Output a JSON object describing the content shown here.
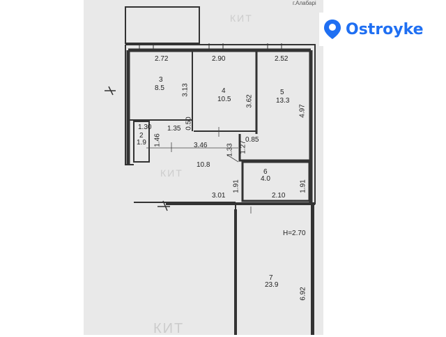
{
  "brand": {
    "name": "Ostroyke",
    "logo_icon": "o-pin-logo-icon",
    "color": "#1f6ff2"
  },
  "top_note": "г.Алабарі",
  "rooms": [
    {
      "id": "3",
      "area": "8.5"
    },
    {
      "id": "4",
      "area": "10.5"
    },
    {
      "id": "5",
      "area": "13.3"
    },
    {
      "id": "2",
      "area": "1.9"
    },
    {
      "id": "",
      "area": "10.8"
    },
    {
      "id": "6",
      "area": "4.0"
    },
    {
      "id": "7",
      "area": "23.9"
    }
  ],
  "dimensions": {
    "d272": "2.72",
    "d290": "2.90",
    "d252": "2.52",
    "d313": "3.13",
    "d362": "3.62",
    "d497": "4.97",
    "d130": "1.30",
    "d135": "1.35",
    "d050": "0.50",
    "d146": "1.46",
    "d346": "3.46",
    "d133": "1.33",
    "d085": "0.85",
    "d127": "1.27",
    "d191a": "1.91",
    "d191b": "1.91",
    "d301": "3.01",
    "d210": "2.10",
    "d692": "6.92"
  },
  "height_label": "H=2.70",
  "watermark": "КИТ"
}
